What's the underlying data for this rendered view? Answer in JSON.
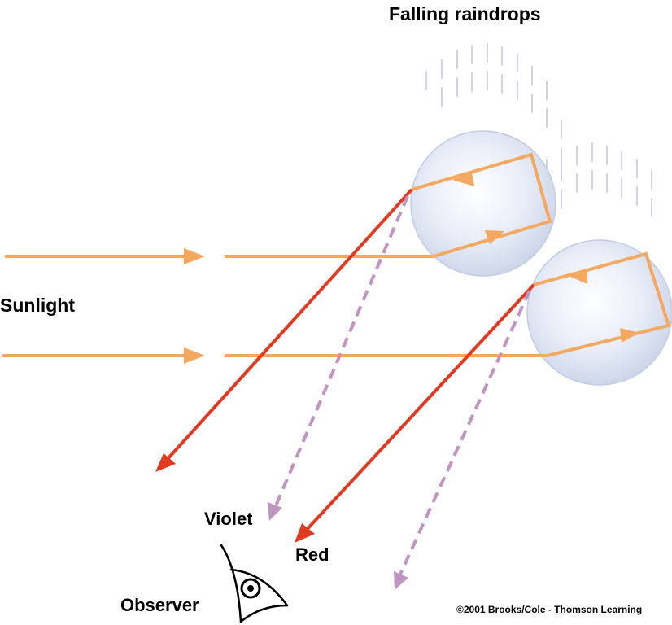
{
  "title": "Falling raindrops",
  "labels": {
    "sunlight": "Sunlight",
    "violet": "Violet",
    "red": "Red",
    "observer": "Observer"
  },
  "credit": "©2001 Brooks/Cole - Thomson Learning",
  "colors": {
    "sunlight": "#f4a860",
    "red": "#e03a22",
    "violet": "#c095c2",
    "drop_fill": "#dfe6f3",
    "drop_edge": "#c3cce3",
    "rain_streak": "#cfd3e6"
  },
  "icons": [
    "eye-icon"
  ]
}
